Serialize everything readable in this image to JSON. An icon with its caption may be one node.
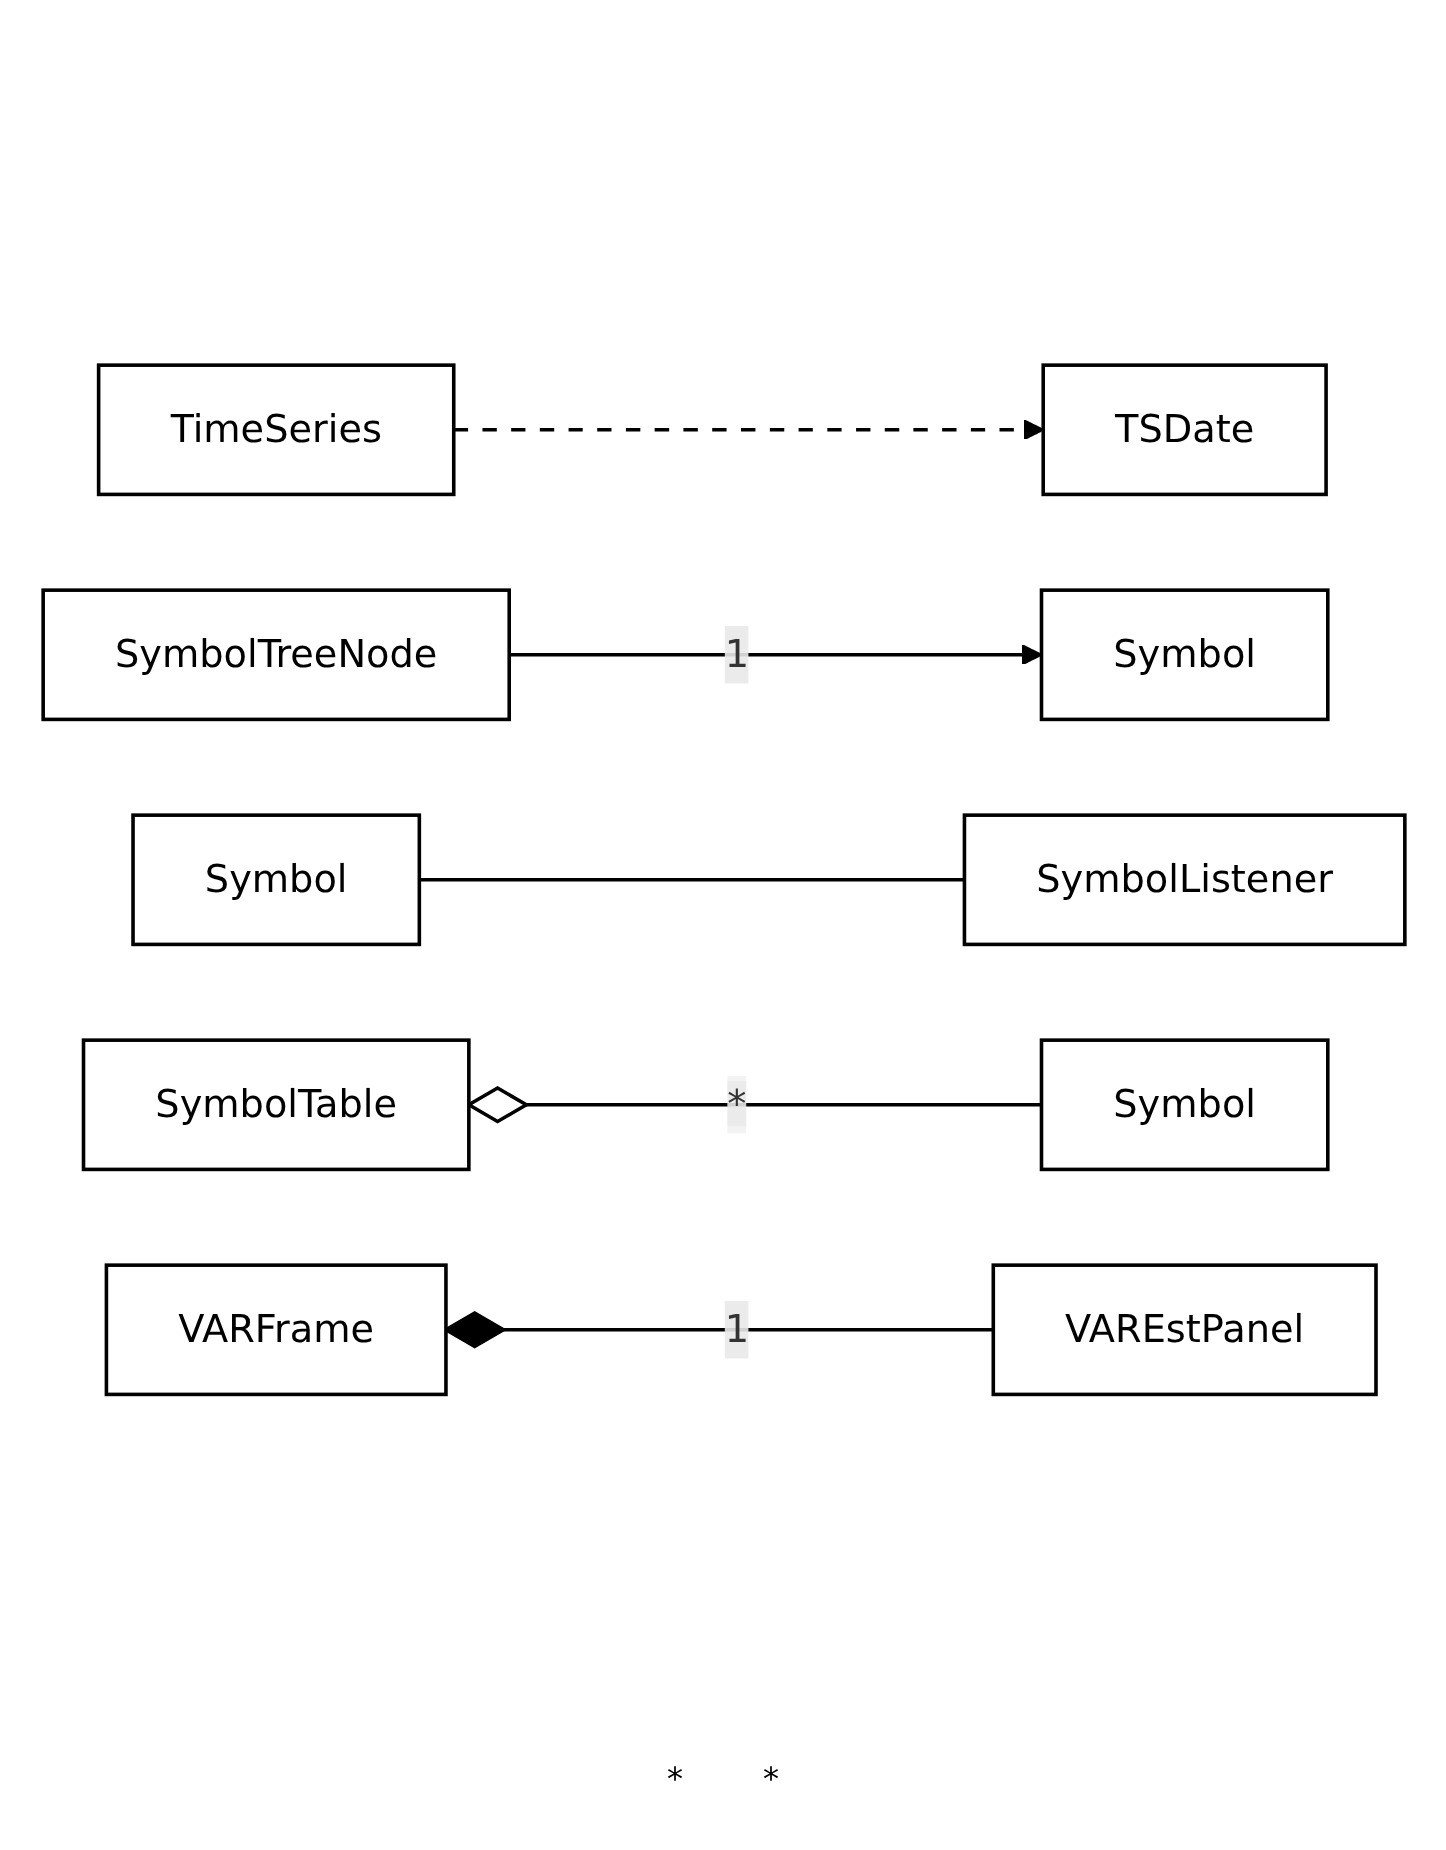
{
  "diagram": {
    "nodes": [
      {
        "text": [
          "TimeSeries"
        ]
      },
      {
        "text": [
          "TSDate"
        ]
      },
      {
        "text": [
          "SymbolTreeNode"
        ]
      },
      {
        "text": [
          "Symbol"
        ]
      },
      {
        "text": [
          "Symbol"
        ]
      },
      {
        "text": [
          "SymbolListener"
        ]
      },
      {
        "text": [
          "SymbolTable"
        ]
      },
      {
        "text": [
          "Symbol"
        ]
      },
      {
        "text": [
          "VARFrame"
        ]
      },
      {
        "text": [
          "VAREstPanel"
        ]
      }
    ],
    "edges": [
      {
        "from": 0,
        "to": 1,
        "arrow": "to",
        "style": "dashed"
      },
      {
        "from": 2,
        "to": 3,
        "arrow": "to",
        "label": "1"
      },
      {
        "from": 4,
        "to": 5,
        "arrow": "none"
      },
      {
        "from": 6,
        "to": 7,
        "arrow": "other",
        "label": "*"
      },
      {
        "from": 8,
        "to": 9,
        "arrow": "other",
        "label": "1"
      }
    ],
    "labels": [
      "*",
      "*"
    ]
  }
}
